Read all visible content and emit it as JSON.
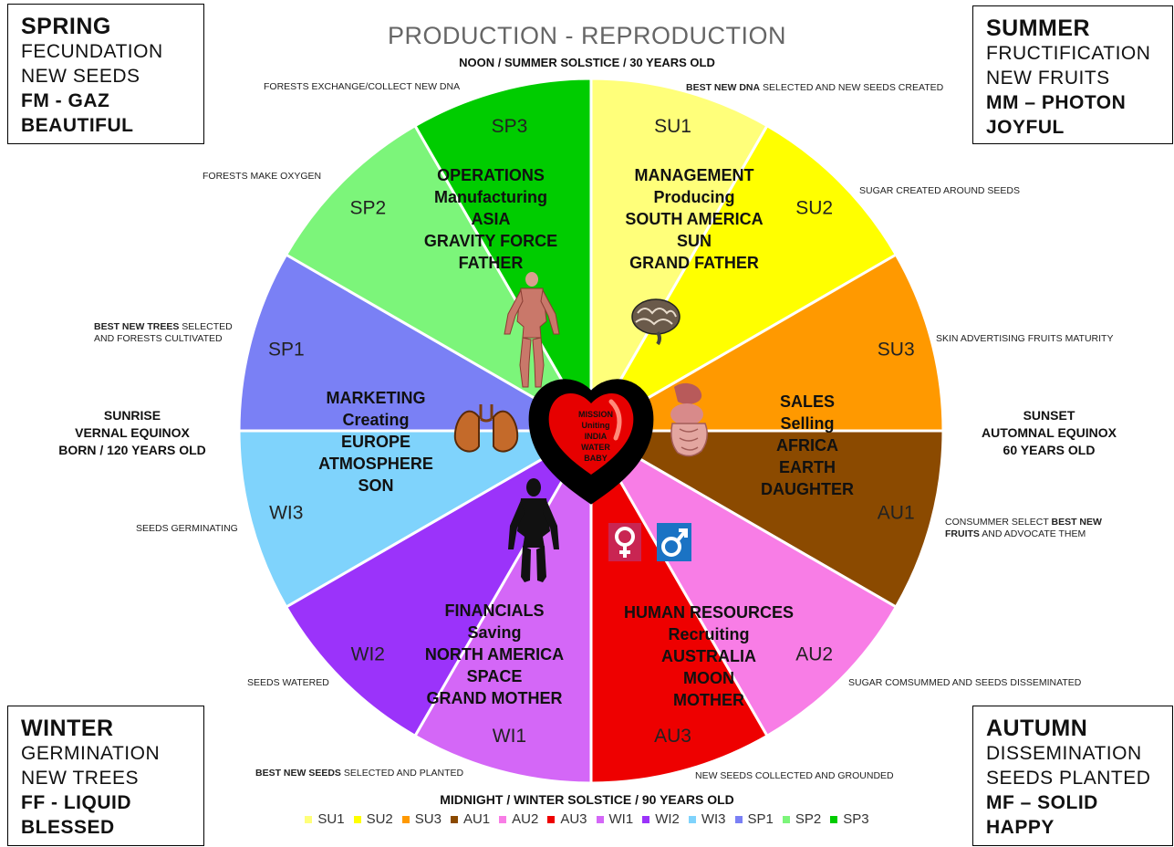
{
  "title": "PRODUCTION - REPRODUCTION",
  "top_label": "NOON / SUMMER SOLSTICE / 30 YEARS OLD",
  "bottom_label": "MIDNIGHT / WINTER SOLSTICE / 90 YEARS OLD",
  "left_label": [
    "SUNRISE",
    "VERNAL EQUINOX",
    "BORN / 120 YEARS OLD"
  ],
  "right_label": [
    "SUNSET",
    "AUTOMNAL EQUINOX",
    "60 YEARS OLD"
  ],
  "seasons": {
    "spring": {
      "name": "SPRING",
      "l1": "FECUNDATION",
      "l2": "NEW SEEDS",
      "l3": "FM - GAZ",
      "l4": "BEAUTIFUL"
    },
    "summer": {
      "name": "SUMMER",
      "l1": "FRUCTIFICATION",
      "l2": "NEW FRUITS",
      "l3": "MM – PHOTON",
      "l4": "JOYFUL"
    },
    "winter": {
      "name": "WINTER",
      "l1": "GERMINATION",
      "l2": "NEW TREES",
      "l3": "FF - LIQUID",
      "l4": "BLESSED"
    },
    "autumn": {
      "name": "AUTUMN",
      "l1": "DISSEMINATION",
      "l2": "SEEDS PLANTED",
      "l3": "MF – SOLID",
      "l4": "HAPPY"
    }
  },
  "annotations": {
    "forests_exchange": "FORESTS EXCHANGE/COLLECT NEW DNA",
    "best_dna_bold": "BEST NEW DNA",
    "best_dna_rest": " SELECTED AND NEW SEEDS CREATED",
    "forests_oxygen": "FORESTS MAKE OXYGEN",
    "sugar_created": "SUGAR CREATED AROUND SEEDS",
    "best_trees_bold": "BEST NEW TREES",
    "best_trees_rest": " SELECTED",
    "best_trees_l2": "AND FORESTS CULTIVATED",
    "skin": "SKIN ADVERTISING FRUITS MATURITY",
    "seeds_germ": "SEEDS GERMINATING",
    "consumer_a": "CONSUMMER SELECT ",
    "consumer_bold": "BEST NEW",
    "consumer_bold2": "FRUITS",
    "consumer_rest": " AND ADVOCATE THEM",
    "seeds_watered": "SEEDS WATERED",
    "sugar_consumed": "SUGAR COMSUMMED AND SEEDS DISSEMINATED",
    "best_seeds_bold": "BEST NEW SEEDS",
    "best_seeds_rest": " SELECTED AND PLANTED",
    "new_seeds_collected": "NEW SEEDS COLLECTED AND GROUNDED"
  },
  "segments": [
    {
      "code": "SU1",
      "color": "#FFFF7A"
    },
    {
      "code": "SU2",
      "color": "#FFFF00"
    },
    {
      "code": "SU3",
      "color": "#FF9900"
    },
    {
      "code": "AU1",
      "color": "#8B4A00"
    },
    {
      "code": "AU2",
      "color": "#F87DE6"
    },
    {
      "code": "AU3",
      "color": "#EE0000"
    },
    {
      "code": "WI1",
      "color": "#D467F7"
    },
    {
      "code": "WI2",
      "color": "#9B33FA"
    },
    {
      "code": "WI3",
      "color": "#7FD3FC"
    },
    {
      "code": "SP1",
      "color": "#7A80F5"
    },
    {
      "code": "SP2",
      "color": "#7CF57A"
    },
    {
      "code": "SP3",
      "color": "#00CC00"
    }
  ],
  "quadrants": {
    "operations": [
      "OPERATIONS",
      "Manufacturing",
      "ASIA",
      "GRAVITY FORCE",
      "FATHER"
    ],
    "management": [
      "MANAGEMENT",
      "Producing",
      "SOUTH AMERICA",
      "SUN",
      "GRAND FATHER"
    ],
    "marketing": [
      "MARKETING",
      "Creating",
      "EUROPE",
      "ATMOSPHERE",
      "SON"
    ],
    "sales": [
      "SALES",
      "Selling",
      "AFRICA",
      "EARTH",
      "DAUGHTER"
    ],
    "financials": [
      "FINANCIALS",
      "Saving",
      "NORTH AMERICA",
      "SPACE",
      "GRAND MOTHER"
    ],
    "hr": [
      "HUMAN RESOURCES",
      "Recruiting",
      "AUSTRALIA",
      "MOON",
      "MOTHER"
    ]
  },
  "heart": [
    "MISSION",
    "Uniting",
    "INDIA",
    "WATER",
    "BABY"
  ],
  "icons": [
    "muscle-body-icon",
    "brain-icon",
    "lungs-icon",
    "digestive-organs-icon",
    "human-silhouette-icon",
    "venus-icon",
    "mars-icon",
    "heart-icon"
  ]
}
